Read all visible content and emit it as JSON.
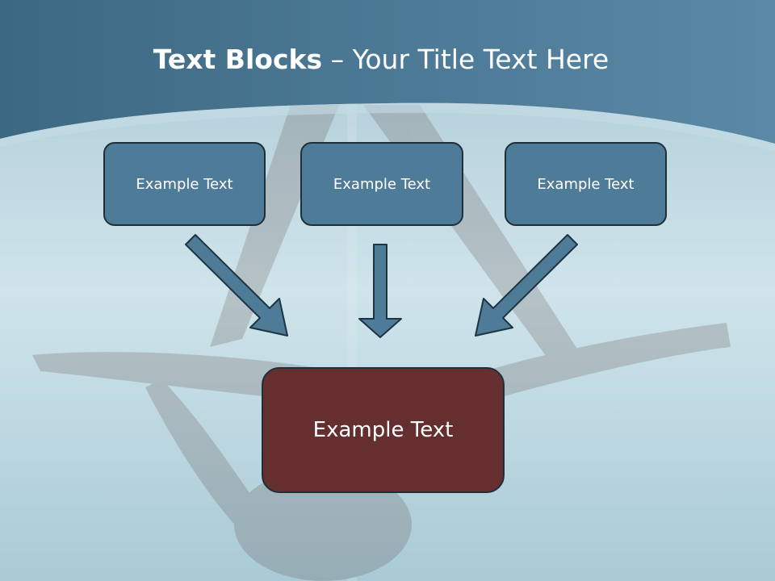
{
  "slide": {
    "title_bold": "Text Blocks",
    "title_dash": " – ",
    "title_rest": "Your Title Text Here"
  },
  "blocks": {
    "top_left": "Example Text",
    "top_middle": "Example Text",
    "top_right": "Example Text",
    "center": "Example Text"
  },
  "colors": {
    "header_blue": "#4a7896",
    "box_blue": "#4e7b97",
    "box_center": "#652f2f",
    "background": "#cfe3ea"
  },
  "icons": {
    "arrow_left": "diagonal-arrow-down-right-icon",
    "arrow_middle": "arrow-down-icon",
    "arrow_right": "diagonal-arrow-down-left-icon"
  }
}
